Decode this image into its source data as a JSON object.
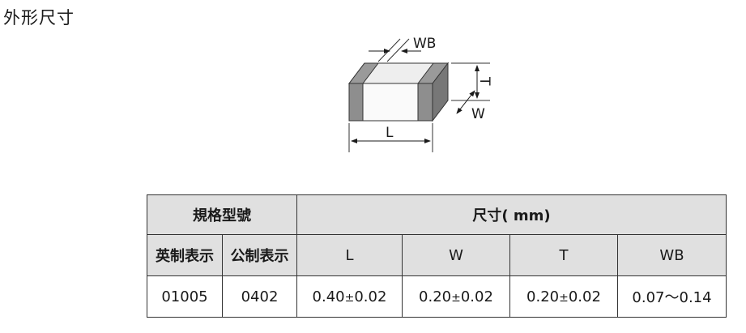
{
  "title": "外形尺寸",
  "diagram": {
    "labels": {
      "wb": "WB",
      "t": "T",
      "w": "W",
      "l": "L"
    },
    "colors": {
      "terminal": "#8e8e8e",
      "body_top": "#eeeeee",
      "body_front": "#fafafa",
      "side": "#777777"
    }
  },
  "table": {
    "group_headers": {
      "spec": "規格型號",
      "dim": "尺寸( mm)"
    },
    "sub_headers": [
      "英制表示",
      "公制表示",
      "L",
      "W",
      "T",
      "WB"
    ],
    "row": {
      "imperial": "01005",
      "metric": "0402",
      "L": {
        "nominal": "0.40",
        "tol": "0.02"
      },
      "W": {
        "nominal": "0.20",
        "tol": "0.02"
      },
      "T": {
        "nominal": "0.20",
        "tol": "0.02"
      },
      "WB": "0.07～0.14"
    },
    "pm_symbol": "±"
  }
}
